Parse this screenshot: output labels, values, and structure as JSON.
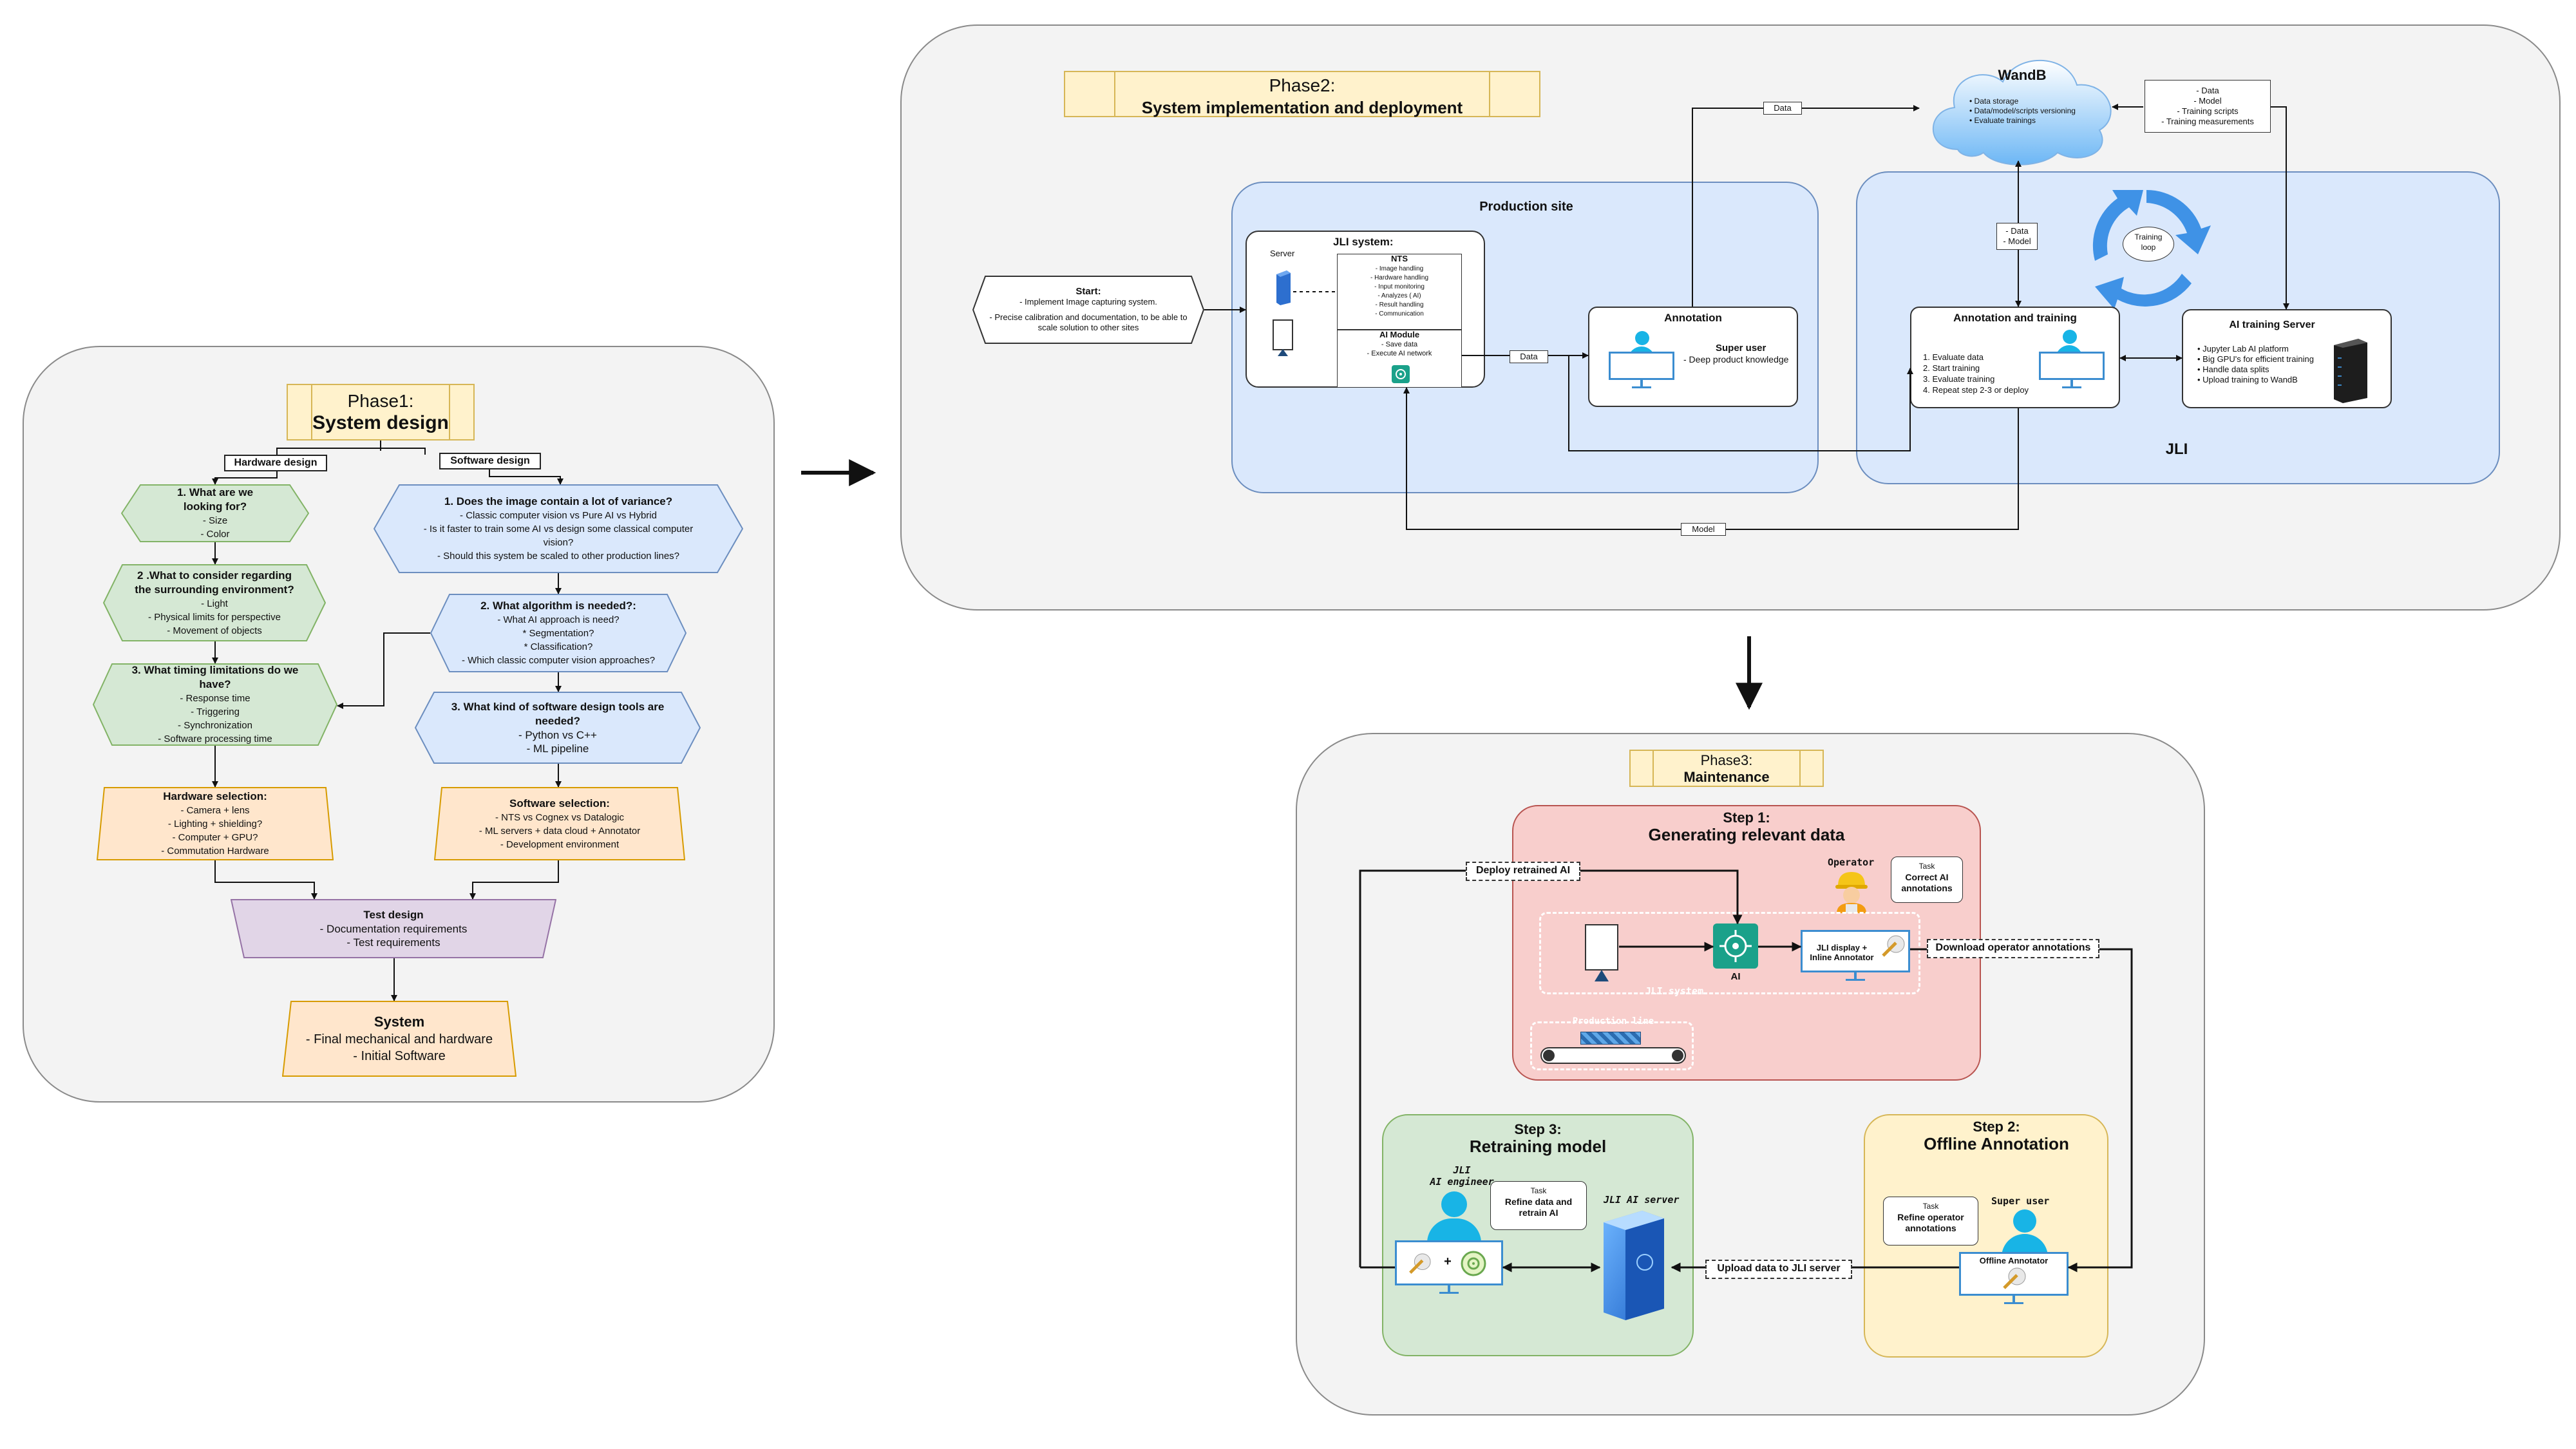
{
  "phase1": {
    "title_top": "Phase1:",
    "title_bottom": "System design",
    "hardware_label": "Hardware design",
    "software_label": "Software design",
    "hw_q1": {
      "title": "1. What are we looking for?",
      "lines": [
        "- Size",
        "- Color"
      ]
    },
    "hw_q2": {
      "title": "2 .What to consider regarding the surrounding environment?",
      "lines": [
        "- Light",
        "- Physical limits for perspective",
        "- Movement of objects"
      ]
    },
    "hw_q3": {
      "title": "3. What timing limitations do we have?",
      "lines": [
        "- Response time",
        "- Triggering",
        "- Synchronization",
        "- Software processing time"
      ]
    },
    "hw_sel": {
      "title": "Hardware selection:",
      "lines": [
        "- Camera + lens",
        "- Lighting + shielding?",
        "- Computer + GPU?",
        "- Commutation Hardware"
      ]
    },
    "sw_q1": {
      "title": "1. Does the image contain a lot of variance?",
      "lines": [
        "- Classic computer vision vs Pure AI vs Hybrid",
        "- Is it faster to train some AI vs design some classical computer vision?",
        "- Should this system be scaled to other production lines?"
      ]
    },
    "sw_q2": {
      "title": "2. What algorithm is needed?:",
      "lines": [
        "-  What AI approach is need?",
        "* Segmentation?",
        "* Classification?",
        "- Which classic computer vision approaches?"
      ]
    },
    "sw_q3": {
      "title": "3. What kind of software design tools are needed?",
      "lines": [
        "- Python vs C++",
        "- ML pipeline"
      ]
    },
    "sw_sel": {
      "title": "Software selection:",
      "lines": [
        "- NTS vs Cognex vs Datalogic",
        "- ML servers + data cloud + Annotator",
        "- Development environment"
      ]
    },
    "test": {
      "title": "Test design",
      "lines": [
        "- Documentation requirements",
        "- Test requirements"
      ]
    },
    "system": {
      "title": "System",
      "lines": [
        "- Final mechanical and hardware",
        "- Initial Software"
      ]
    }
  },
  "phase2": {
    "title_top": "Phase2:",
    "title_bottom": "System implementation and deployment",
    "start": {
      "title": "Start:",
      "lines": [
        "- Implement Image capturing system.",
        "- Precise calibration and documentation, to be able to scale solution to other sites"
      ]
    },
    "production_site": "Production site",
    "jli_system": "JLI system:",
    "server": "Server",
    "nts": {
      "title": "NTS",
      "lines": [
        "- Image handling",
        "- Hardware handling",
        "- Input monitoring",
        "- Analyzes ( AI)",
        "- Result handling",
        "- Communication"
      ]
    },
    "ai_module": {
      "title": "AI Module",
      "lines": [
        "- Save data",
        "- Execute AI network"
      ]
    },
    "data_label": "Data",
    "model_label": "Model",
    "annotation": {
      "title": "Annotation",
      "user": "Super user",
      "desc": "- Deep product knowledge"
    },
    "wandb": {
      "title": "WandB",
      "lines": [
        "Data storage",
        "Data/model/scripts versioning",
        "Evaluate trainings"
      ]
    },
    "wandb_note": [
      "- Data",
      "- Model",
      "- Training scripts",
      "- Training measurements"
    ],
    "data_model_note": [
      "- Data",
      "- Model"
    ],
    "training_loop": "Training loop",
    "ann_training": {
      "title": "Annotation and training",
      "lines": [
        "1. Evaluate data",
        "2. Start training",
        "3. Evaluate training",
        "4. Repeat step 2-3 or deploy"
      ]
    },
    "ai_server": {
      "title": "AI training Server",
      "lines": [
        "Jupyter Lab AI platform",
        "Big GPU's for efficient training",
        "Handle data splits",
        "Upload training to WandB"
      ]
    },
    "jli": "JLI"
  },
  "phase3": {
    "title_top": "Phase3:",
    "title_bottom": "Maintenance",
    "step1": {
      "title_top": "Step 1:",
      "title_bottom": "Generating relevant data"
    },
    "deploy_label": "Deploy retrained AI",
    "operator": "Operator",
    "task1": {
      "label": "Task",
      "lines": [
        "Correct AI",
        "annotations"
      ]
    },
    "ai_label": "AI",
    "jli_display": [
      "JLI display +",
      "Inline Annotator"
    ],
    "jli_system": "JLI system",
    "production_line": "Production line",
    "download_label": "Download operator annotations",
    "step2": {
      "title_top": "Step 2:",
      "title_bottom": "Offline Annotation"
    },
    "task2": {
      "label": "Task",
      "lines": [
        "Refine operator",
        "annotations"
      ]
    },
    "super_user": "Super user",
    "offline_annotator": "Offline Annotator",
    "upload_label": "Upload data to JLI server",
    "step3": {
      "title_top": "Step 3:",
      "title_bottom": "Retraining model"
    },
    "jli_ai_engineer": [
      "JLI",
      "AI engineer"
    ],
    "task3": {
      "label": "Task",
      "lines": [
        "Refine data and",
        "retrain AI"
      ]
    },
    "jli_ai_server": "JLI AI server",
    "plus": "+"
  },
  "colors": {
    "green_fill": "#d5e8d4",
    "green_stroke": "#82b366",
    "blue_fill": "#dae8fc",
    "blue_stroke": "#6c8ebf",
    "orange_fill": "#ffe6cc",
    "orange_stroke": "#d79b00",
    "purple_fill": "#e1d5e7",
    "purple_stroke": "#9673a6",
    "yellow_fill": "#fff2cc",
    "yellow_stroke": "#d6b656",
    "red_fill": "#f8cecc",
    "red_stroke": "#b85450",
    "person": "#18b4e6",
    "ai_green": "#1aa18a"
  }
}
